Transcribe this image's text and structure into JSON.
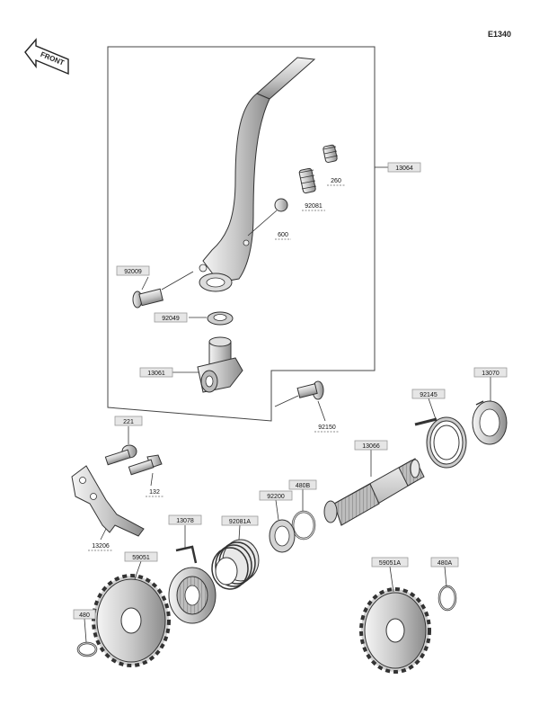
{
  "header": {
    "diagram_code": "E1340",
    "front_arrow_label": "FRONT"
  },
  "labels": {
    "p13064": "13064",
    "p260": "260",
    "p92081": "92081",
    "p600": "600",
    "p92009": "92009",
    "p92049": "92049",
    "p13061": "13061",
    "p92150": "92150",
    "p13070": "13070",
    "p92145": "92145",
    "p221": "221",
    "p132": "132",
    "p13066": "13066",
    "p480b": "480B",
    "p92200": "92200",
    "p92081a": "92081A",
    "p13078": "13078",
    "p13206": "13206",
    "p59051": "59051",
    "p59051a": "59051A",
    "p480a": "480A",
    "p480": "480"
  }
}
